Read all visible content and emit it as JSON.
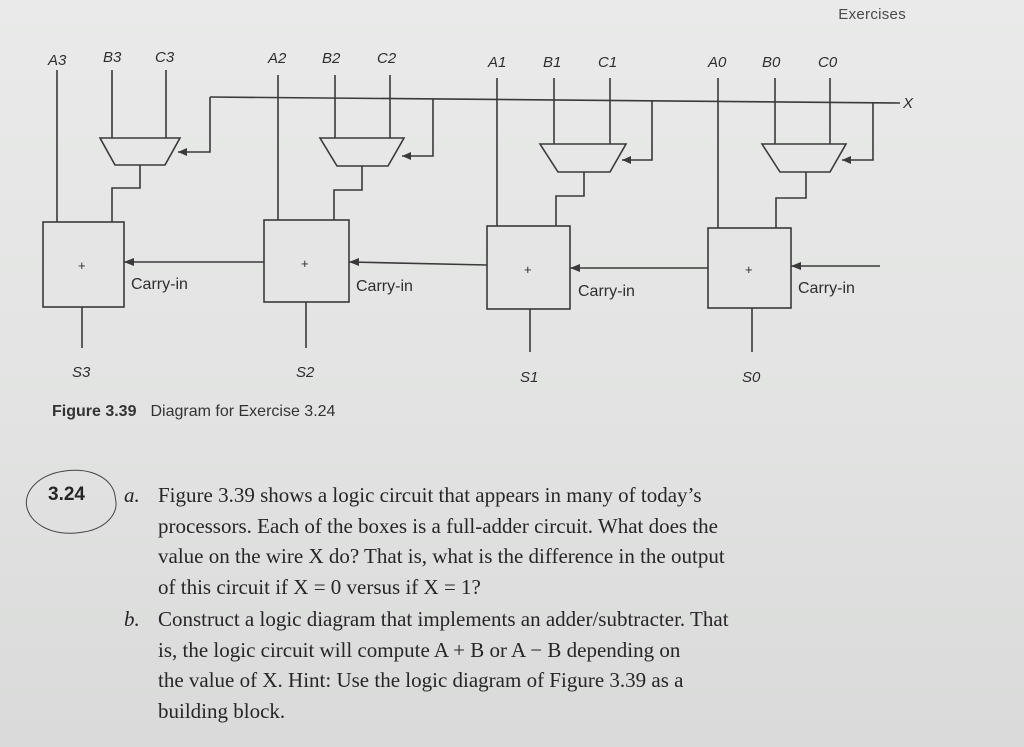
{
  "header": {
    "section": "Exercises"
  },
  "diagram": {
    "bits": [
      {
        "a": "A3",
        "b": "B3",
        "c": "C3",
        "sum": "S3",
        "carry_in": "Carry-in",
        "adder": "+"
      },
      {
        "a": "A2",
        "b": "B2",
        "c": "C2",
        "sum": "S2",
        "carry_in": "Carry-in",
        "adder": "+"
      },
      {
        "a": "A1",
        "b": "B1",
        "c": "C1",
        "sum": "S1",
        "carry_in": "Carry-in",
        "adder": "+"
      },
      {
        "a": "A0",
        "b": "B0",
        "c": "C0",
        "sum": "S0",
        "carry_in": "Carry-in",
        "adder": "+"
      }
    ],
    "x_label": "X"
  },
  "caption": {
    "number": "Figure 3.39",
    "text": "Diagram for Exercise 3.24"
  },
  "exercise": {
    "number": "3.24",
    "parts": [
      {
        "label": "a.",
        "lines": [
          "Figure 3.39 shows a logic circuit that appears in many of today’s",
          "processors. Each of the boxes is a full-adder circuit. What does the",
          "value on the wire X do? That is, what is the difference in the output",
          "of this circuit if X = 0 versus if X = 1?"
        ]
      },
      {
        "label": "b.",
        "lines": [
          "Construct a logic diagram that implements an adder/subtracter. That",
          "is, the logic circuit will compute A + B or A − B depending on",
          "the value of X. Hint: Use the logic diagram of Figure 3.39 as a",
          "building block."
        ]
      }
    ]
  }
}
